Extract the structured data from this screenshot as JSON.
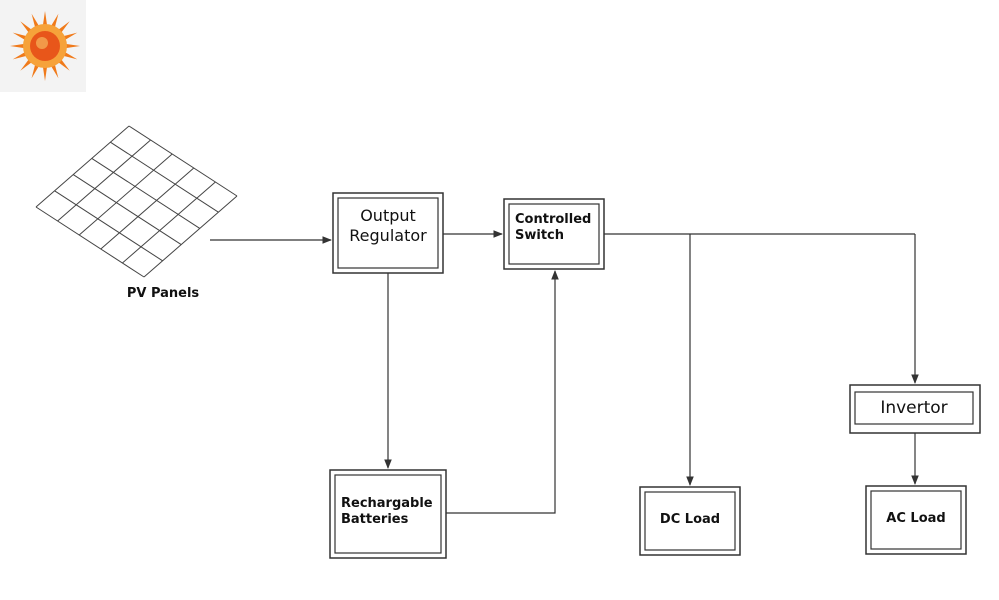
{
  "colors": {
    "line": "#333333",
    "sun_outer": "#f07a1a",
    "sun_inner": "#f6a23a",
    "sun_center": "#e8561a"
  },
  "logo": {
    "icon": "sun-icon"
  },
  "pv_panels": {
    "icon": "solar-panel-icon",
    "label": "PV Panels"
  },
  "nodes": {
    "output_regulator": [
      "Output",
      "Regulator"
    ],
    "controlled_switch": [
      "Controlled",
      "Switch"
    ],
    "rechargable_batteries": [
      "Rechargable",
      "Batteries"
    ],
    "dc_load": [
      "DC Load"
    ],
    "invertor": [
      "Invertor"
    ],
    "ac_load": [
      "AC Load"
    ]
  }
}
